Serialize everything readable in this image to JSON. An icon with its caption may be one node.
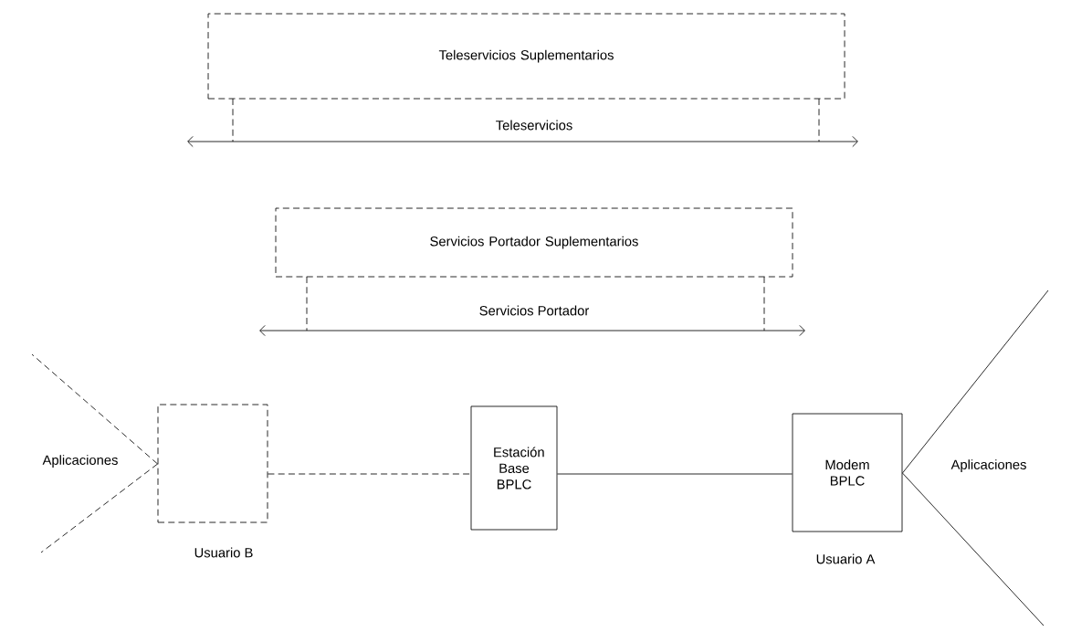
{
  "diagram": {
    "nodes": [
      {
        "text": [
          "Teleservicios Suplementarios"
        ]
      },
      {
        "text": [
          "Servicios Portador Suplementarios"
        ]
      },
      {
        "text": [],
        "shape": "box",
        "beside": [
          "Usuario B"
        ]
      },
      {
        "text": [
          "Estación Base BPLC"
        ]
      },
      {
        "text": [
          "Modem BPLC"
        ],
        "beside": [
          "Usuario A"
        ]
      }
    ],
    "edges": [
      {
        "from": 2,
        "to": 3,
        "arrow": "none",
        "style": "dashed"
      },
      {
        "from": 3,
        "to": 4,
        "arrow": "none"
      },
      {
        "from": 2,
        "to": null,
        "arrow": "none",
        "style": "dashed"
      },
      {
        "from": 2,
        "to": null,
        "arrow": "none",
        "style": "dashed"
      },
      {
        "from": 4,
        "to": null,
        "arrow": "none"
      },
      {
        "from": 4,
        "to": null,
        "arrow": "none"
      }
    ],
    "labels": [
      "Teleservicios",
      "Servicios Portador",
      "Aplicaciones",
      "Aplicaciones"
    ]
  }
}
